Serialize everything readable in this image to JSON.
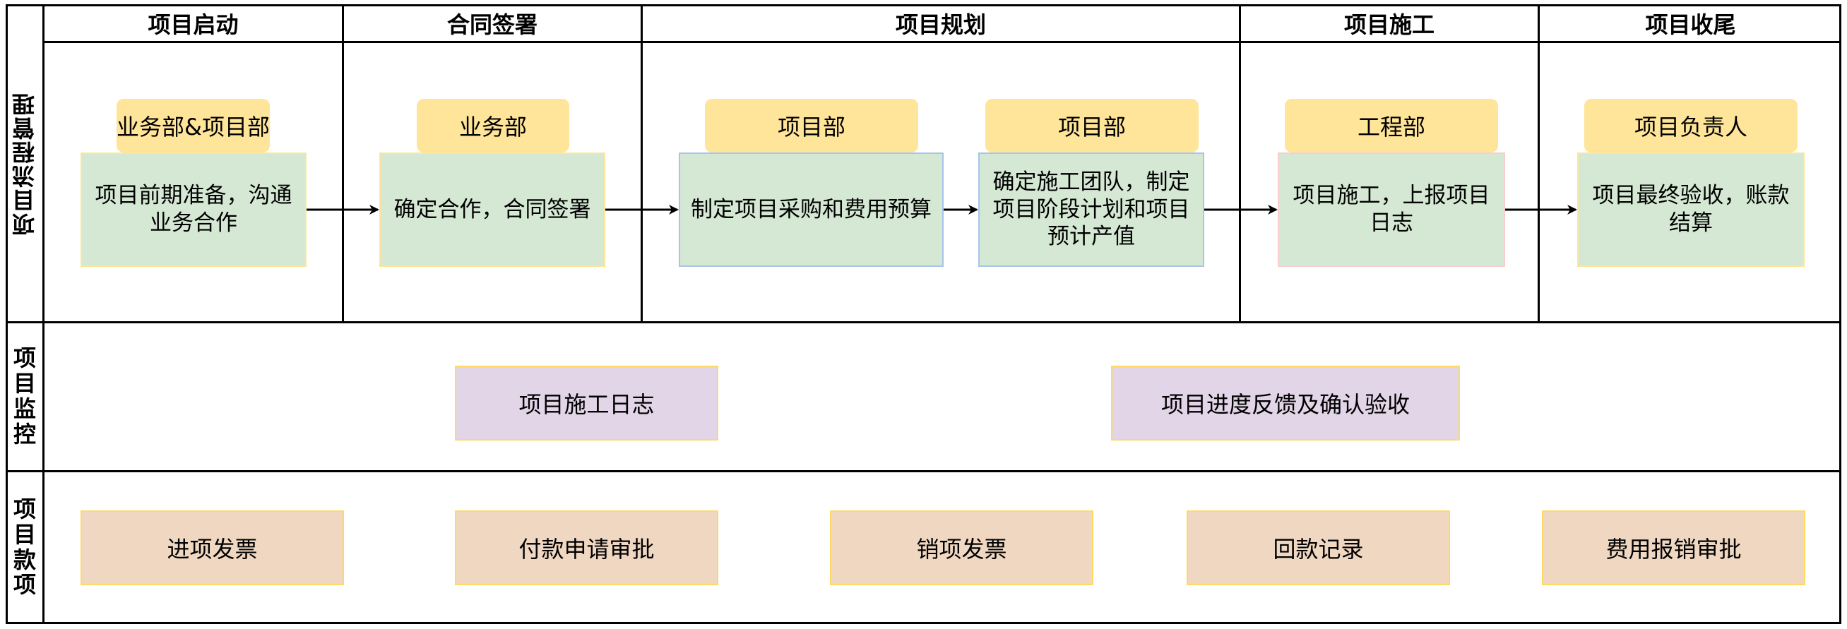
{
  "phases": [
    "项目启动",
    "合同签署",
    "项目规划",
    "项目施工",
    "项目收尾"
  ],
  "lanes": {
    "process": "项目流程管理",
    "monitor": [
      "项",
      "目",
      "监",
      "控"
    ],
    "finance": [
      "项",
      "目",
      "款",
      "项"
    ]
  },
  "process_nodes": [
    {
      "tag": "业务部&项目部",
      "task": "项目前期准备，沟通业务合作"
    },
    {
      "tag": "业务部",
      "task": "确定合作，合同签署"
    },
    {
      "tag": "项目部",
      "task": "制定项目采购和费用预算"
    },
    {
      "tag": "项目部",
      "task": "确定施工团队，制定项目阶段计划和项目预计产值"
    },
    {
      "tag": "工程部",
      "task": "项目施工，上报项目日志"
    },
    {
      "tag": "项目负责人",
      "task": "项目最终验收，账款结算"
    }
  ],
  "monitor_items": [
    "项目施工日志",
    "项目进度反馈及确认验收"
  ],
  "finance_items": [
    "进项发票",
    "付款申请审批",
    "销项发票",
    "回款记录",
    "费用报销审批"
  ],
  "colors": {
    "tag": "#ffe599",
    "task": "#d5e8d4",
    "monitor": "#e1d5e7",
    "finance": "#efd7c2"
  }
}
